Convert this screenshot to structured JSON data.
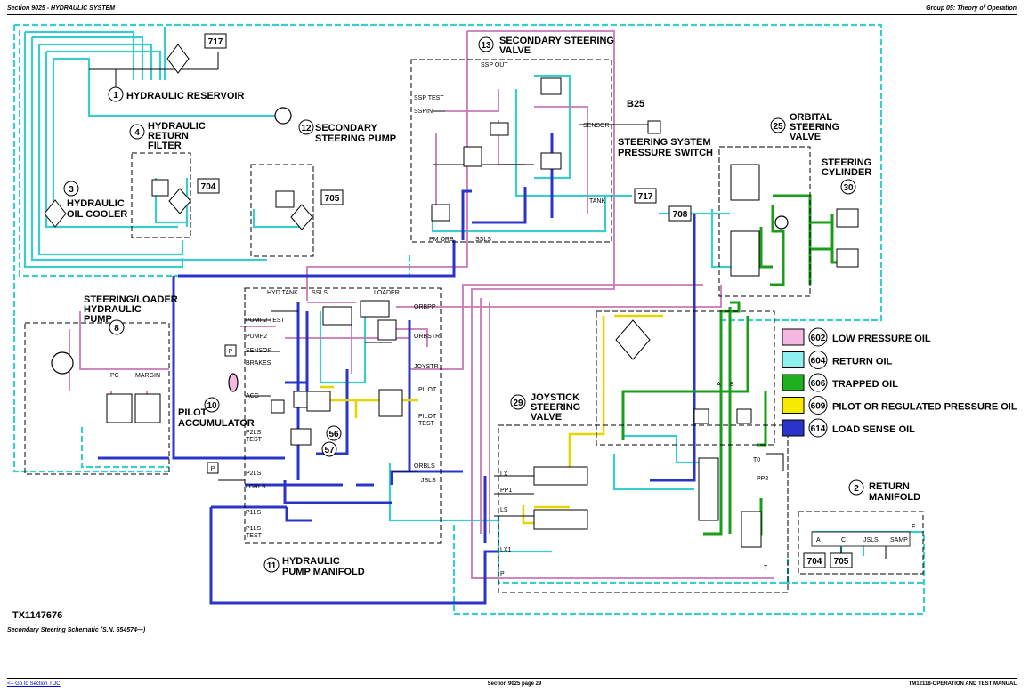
{
  "header": {
    "left": "Section 9025 - HYDRAULIC SYSTEM",
    "right": "Group 05: Theory of Operation"
  },
  "footer": {
    "left": "<-- Go to Section TOC",
    "center": "Section 9025 page 29",
    "right": "TM12118-OPERATION AND TEST MANUAL"
  },
  "figure": {
    "id": "TX1147676",
    "caption": "Secondary Steering Schematic (S.N. 654574—)"
  },
  "colors": {
    "low_pressure": "#d98cc8",
    "return": "#3ccccc",
    "trapped": "#1a9e1a",
    "pilot": "#f2e200",
    "load_sense": "#2a34c8",
    "line": "#000000"
  },
  "components": {
    "c1": {
      "num": "1",
      "line1": "HYDRAULIC RESERVOIR"
    },
    "c2": {
      "num": "2",
      "line1": "RETURN",
      "line2": "MANIFOLD"
    },
    "c3": {
      "num": "3",
      "line1": "HYDRAULIC",
      "line2": "OIL COOLER"
    },
    "c4": {
      "num": "4",
      "line1": "HYDRAULIC",
      "line2": "RETURN",
      "line3": "FILTER"
    },
    "c8": {
      "num": "8",
      "line1": "STEERING/LOADER",
      "line2": "HYDRAULIC",
      "line3": "PUMP"
    },
    "c10": {
      "num": "10",
      "line1": "PILOT",
      "line2": "ACCUMULATOR"
    },
    "c11": {
      "num": "11",
      "line1": "HYDRAULIC",
      "line2": "PUMP MANIFOLD"
    },
    "c12": {
      "num": "12",
      "line1": "SECONDARY",
      "line2": "STEERING PUMP"
    },
    "c13": {
      "num": "13",
      "line1": "SECONDARY STEERING",
      "line2": "VALVE"
    },
    "c25": {
      "num": "25",
      "line1": "ORBITAL",
      "line2": "STEERING",
      "line3": "VALVE"
    },
    "c29": {
      "num": "29",
      "line1": "JOYSTICK",
      "line2": "STEERING",
      "line3": "VALVE"
    },
    "c30": {
      "num": "30",
      "line1": "STEERING",
      "line2": "CYLINDER"
    },
    "c56": {
      "num": "56"
    },
    "c57": {
      "num": "57"
    },
    "b25": {
      "tag": "B25",
      "line1": "STEERING SYSTEM",
      "line2": "PRESSURE SWITCH"
    }
  },
  "boxes": {
    "b717a": "717",
    "b717b": "717",
    "b704a": "704",
    "b705a": "705",
    "b708": "708",
    "b704b": "704",
    "b705b": "705"
  },
  "ports": {
    "ssp_out": "SSP OUT",
    "ssp_test": "SSP TEST",
    "sspin": "SSPIN",
    "sensor": "SENSOR",
    "tank": "TANK",
    "pm_orb": "PM ORB",
    "ssls": "SSLS",
    "pc": "PC",
    "margin": "MARGIN",
    "hyd_tank": "HYD TANK",
    "ssls2": "SSLS",
    "loader": "LOADER",
    "orbpp": "ORBPP",
    "orbstr": "ORBSTR",
    "joystr": "JOYSTR",
    "pump2_test": "PUMP2 TEST",
    "pump2": "PUMP2",
    "sensor2": "SENSOR",
    "brakes": "BRAKES",
    "acc": "ACC",
    "pilot": "PILOT",
    "pilot_test1": "PILOT",
    "pilot_test2": "TEST",
    "p2ls_test1": "P2LS",
    "p2ls_test2": "TEST",
    "p2ls": "P2LS",
    "ldrls": "LDRLS",
    "p1ls": "P1LS",
    "p1ls_test1": "P1LS",
    "p1ls_test2": "TEST",
    "orbls": "ORBLS",
    "jsls": "JSLS",
    "lx": "LX",
    "pp1": "PP1",
    "ls": "LS",
    "lx1": "LX1",
    "p": "P",
    "a": "A",
    "b": "B",
    "t0": "T0",
    "pp2": "PP2",
    "t": "T",
    "m_a": "A",
    "m_c": "C",
    "m_jsls": "JSLS",
    "m_samp": "SAMP",
    "m_e": "E",
    "p_sym": "P",
    "p_sym2": "P"
  },
  "legend": [
    {
      "num": "602",
      "label": "LOW PRESSURE OIL",
      "color": "#f5b8e0"
    },
    {
      "num": "604",
      "label": "RETURN OIL",
      "color": "#8ff0f0"
    },
    {
      "num": "606",
      "label": "TRAPPED OIL",
      "color": "#1fb01f"
    },
    {
      "num": "609",
      "label": "PILOT OR REGULATED PRESSURE OIL",
      "color": "#f5ea00"
    },
    {
      "num": "614",
      "label": "LOAD SENSE OIL",
      "color": "#2a34c8"
    }
  ]
}
